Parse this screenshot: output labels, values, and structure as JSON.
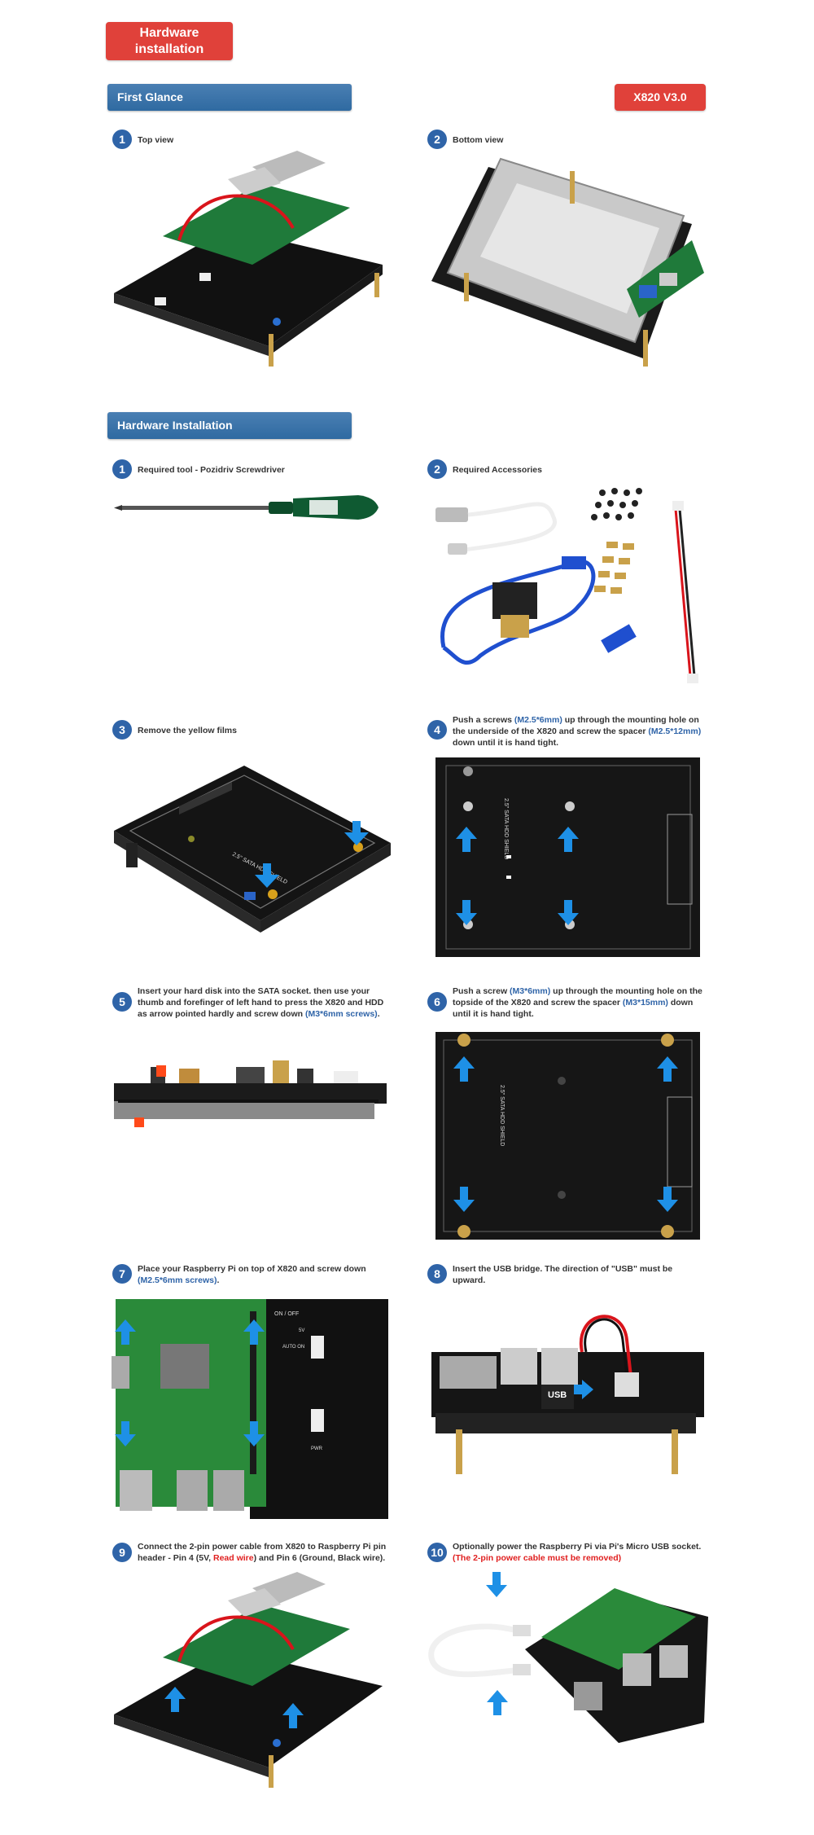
{
  "header": {
    "title_line1": "Hardware",
    "title_line2": "installation"
  },
  "sections": {
    "first_glance": "First Glance",
    "version": "X820 V3.0",
    "hardware_installation": "Hardware Installation"
  },
  "glance_steps": [
    {
      "num": "1",
      "text": "Top view"
    },
    {
      "num": "2",
      "text": "Bottom view"
    }
  ],
  "steps": {
    "s1": {
      "num": "1",
      "text": "Required tool - Pozidriv Screwdriver"
    },
    "s2": {
      "num": "2",
      "text": "Required Accessories"
    },
    "s3": {
      "num": "3",
      "text": "Remove the yellow films"
    },
    "s4": {
      "num": "4",
      "a": "Push a screws ",
      "b": "(M2.5*6mm)",
      "c": " up through the mounting hole on the underside of the X820 and screw the spacer ",
      "d": "(M2.5*12mm)",
      "e": " down until it is hand tight."
    },
    "s5": {
      "num": "5",
      "a": "Insert your hard disk into the SATA socket.  then use your thumb and forefinger of left hand to press the X820 and HDD as arrow pointed hardly and screw down ",
      "b": "(M3*6mm screws)",
      "c": "."
    },
    "s6": {
      "num": "6",
      "a": "Push a screw ",
      "b": "(M3*6mm)",
      "c": " up through the mounting hole on the topside of the X820 and screw the spacer ",
      "d": "(M3*15mm)",
      "e": " down until it is hand tight."
    },
    "s7": {
      "num": "7",
      "a": "Place your Raspberry Pi on top of X820 and screw down ",
      "b": "(M2.5*6mm screws)",
      "c": "."
    },
    "s8": {
      "num": "8",
      "text": "Insert the USB bridge.  The direction of \"USB\" must be upward."
    },
    "s9": {
      "num": "9",
      "a": "Connect the 2-pin power cable from X820 to Raspberry Pi pin header - Pin 4 (5V, ",
      "b": "Read wire",
      "c": ") and Pin 6 (Ground, ",
      "d": "Black wire",
      "e": ")."
    },
    "s10": {
      "num": "10",
      "a": "Optionally power the Raspberry Pi via Pi's Micro USB socket.",
      "b": "(The 2-pin power cable must be removed)"
    }
  },
  "photo_labels": {
    "hdd_shield": "2.5\" SATA HDD SHIELD",
    "usb": "USB",
    "onoff": "ON / OFF",
    "autoon": "AUTO ON",
    "pwr": "PWR",
    "fivev": "5V"
  },
  "colors": {
    "red_tag": "#e0413a",
    "blue_bar": "#2f6aa1",
    "step_blue": "#2f64a8",
    "arrow_blue": "#1e90e6",
    "highlight_red": "#e02020"
  }
}
